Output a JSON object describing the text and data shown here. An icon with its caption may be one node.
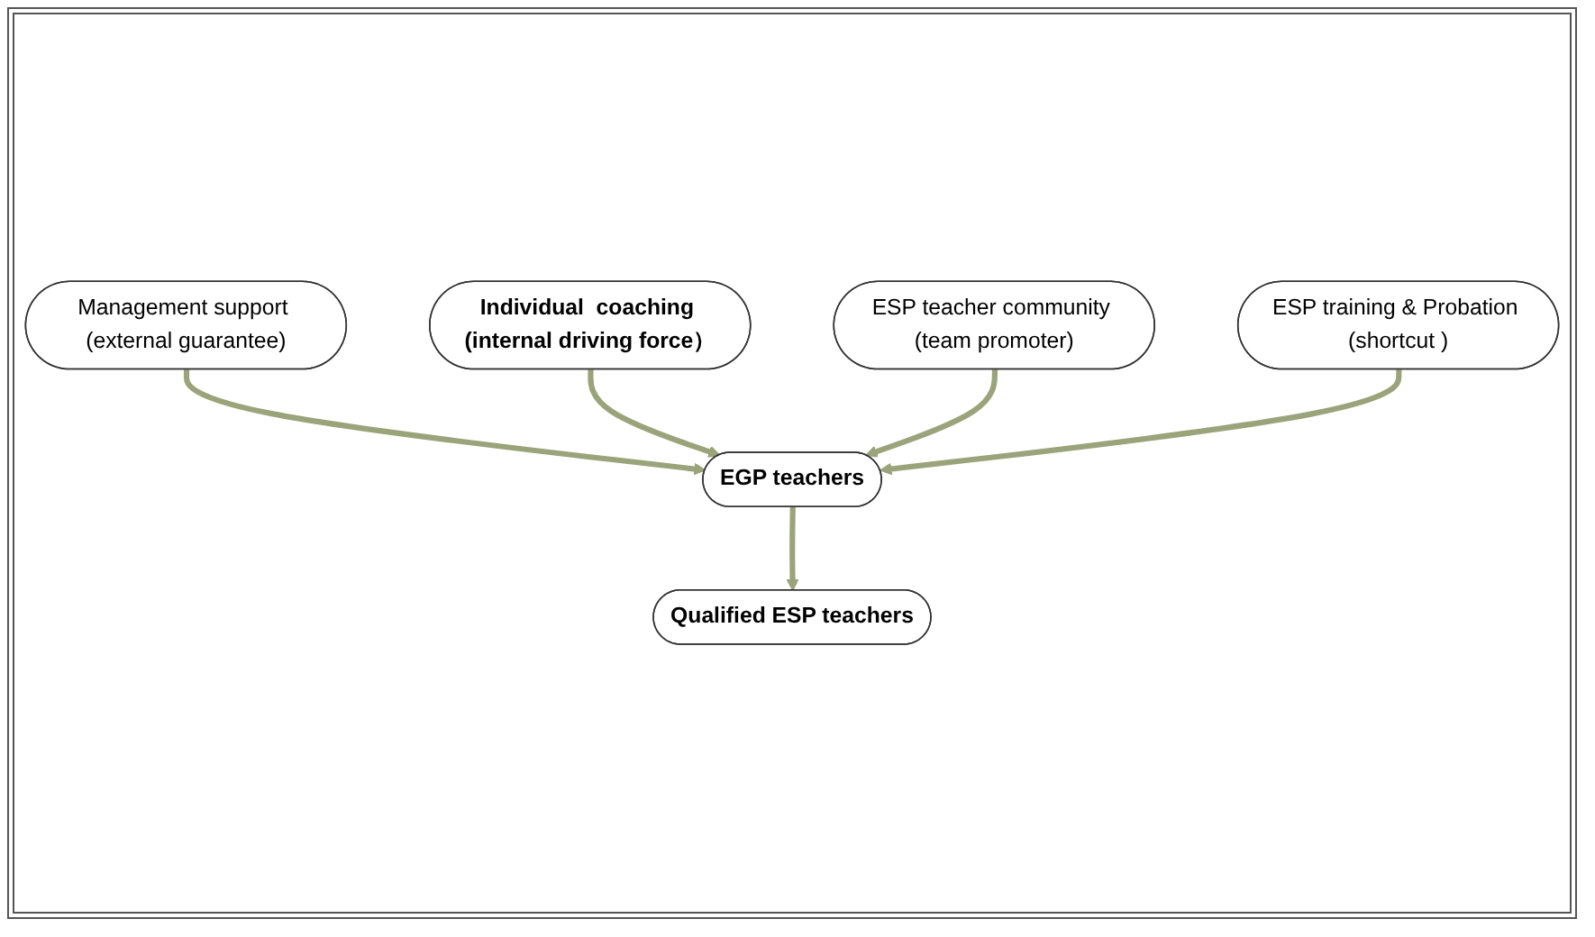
{
  "diagram": {
    "nodes": [
      {
        "text": [
          "Management support (external guarantee)"
        ]
      },
      {
        "text": [
          "Individual  coaching (internal driving force）"
        ]
      },
      {
        "text": [
          "EGP teachers"
        ]
      },
      {
        "text": [
          "ESP teacher community (team promoter)"
        ]
      },
      {
        "text": [
          "ESP training & Probation (shortcut )"
        ]
      },
      {
        "text": [
          "Qualified ESP teachers"
        ]
      }
    ],
    "edges": [
      {
        "from": 0,
        "to": 2,
        "arrow": "to"
      },
      {
        "from": 1,
        "to": 2,
        "arrow": "to"
      },
      {
        "from": 3,
        "to": 2,
        "arrow": "to"
      },
      {
        "from": 4,
        "to": 2,
        "arrow": "to"
      },
      {
        "from": 2,
        "to": 5,
        "arrow": "to"
      }
    ]
  }
}
